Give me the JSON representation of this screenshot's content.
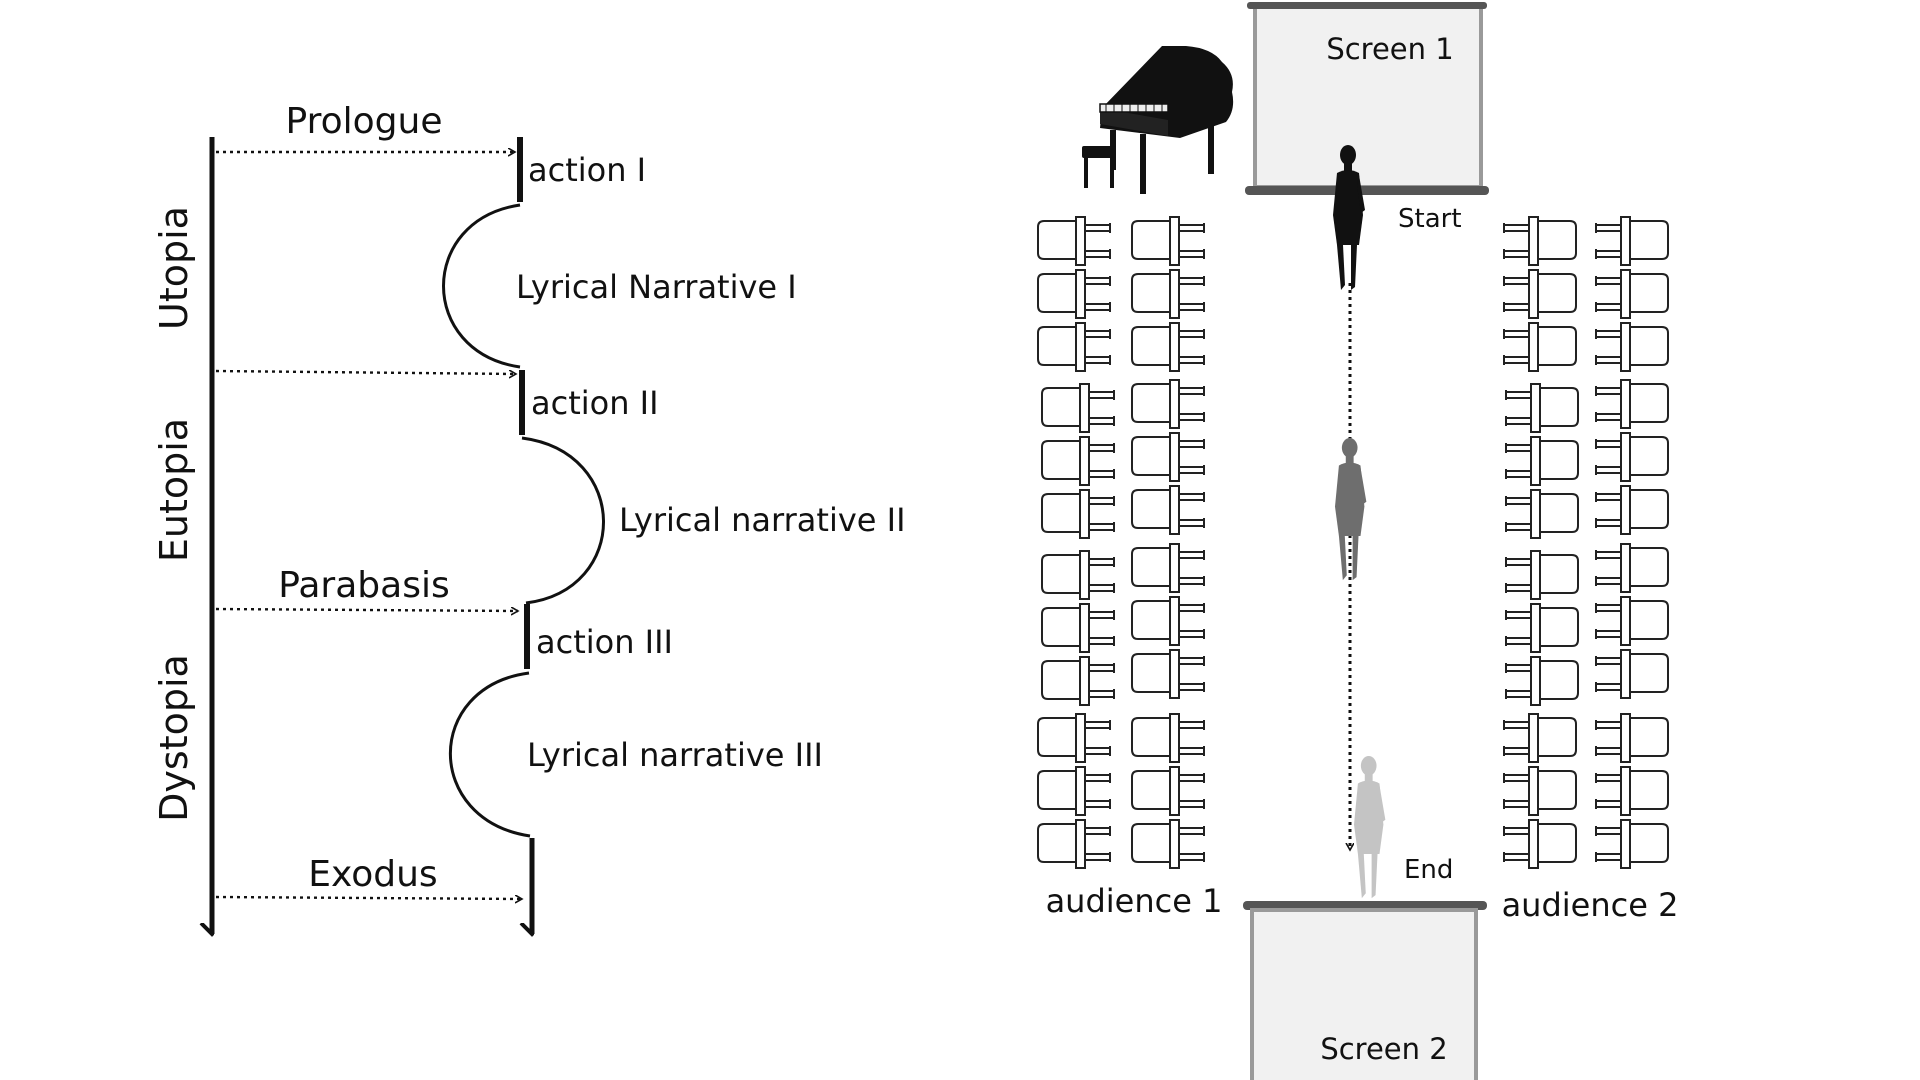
{
  "structure": {
    "phases": [
      "Utopia",
      "Eutopia",
      "Dystopia"
    ],
    "sections": [
      "Prologue",
      "Parabasis",
      "Exodus"
    ],
    "actions": [
      "action I",
      "action II",
      "action III"
    ],
    "narratives": [
      "Lyrical Narrative I",
      "Lyrical narrative II",
      "Lyrical narrative III"
    ]
  },
  "stage": {
    "screens": [
      "Screen 1",
      "Screen 2"
    ],
    "path": {
      "start": "Start",
      "end": "End"
    },
    "audiences": [
      "audience 1",
      "audience 2"
    ],
    "icons": [
      "grand-piano-icon",
      "performer-silhouette-icon",
      "chair-icon",
      "projection-screen-icon"
    ]
  },
  "colors": {
    "line": "#111111",
    "screen_fill": "#f1f1f1",
    "screen_frame": "#9a9a9a",
    "screen_bar": "#555555",
    "performer_start": "#111111",
    "performer_mid": "#6e6e6e",
    "performer_end": "#c4c4c4"
  }
}
